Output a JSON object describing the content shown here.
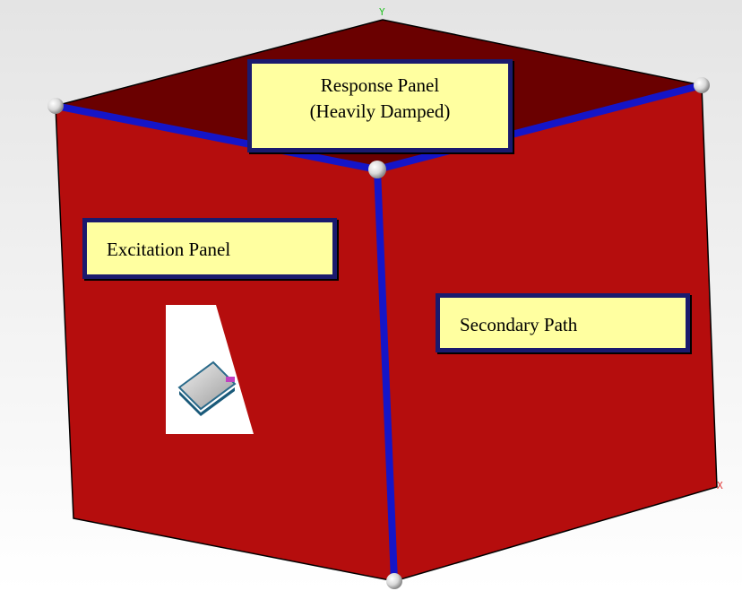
{
  "axes": {
    "y_label": "Y",
    "x_label": "X"
  },
  "labels": {
    "response_line1": "Response Panel",
    "response_line2": "(Heavily Damped)",
    "excitation": "Excitation Panel",
    "secondary": "Secondary Path"
  },
  "colors": {
    "panel_front": "#b50d0d",
    "panel_top": "#6a0000",
    "edge": "#1515c8",
    "label_fill": "#ffffa0",
    "label_border": "#1a1a6e"
  },
  "icons": {
    "thumbnail": "panel-thumbnail-icon"
  }
}
